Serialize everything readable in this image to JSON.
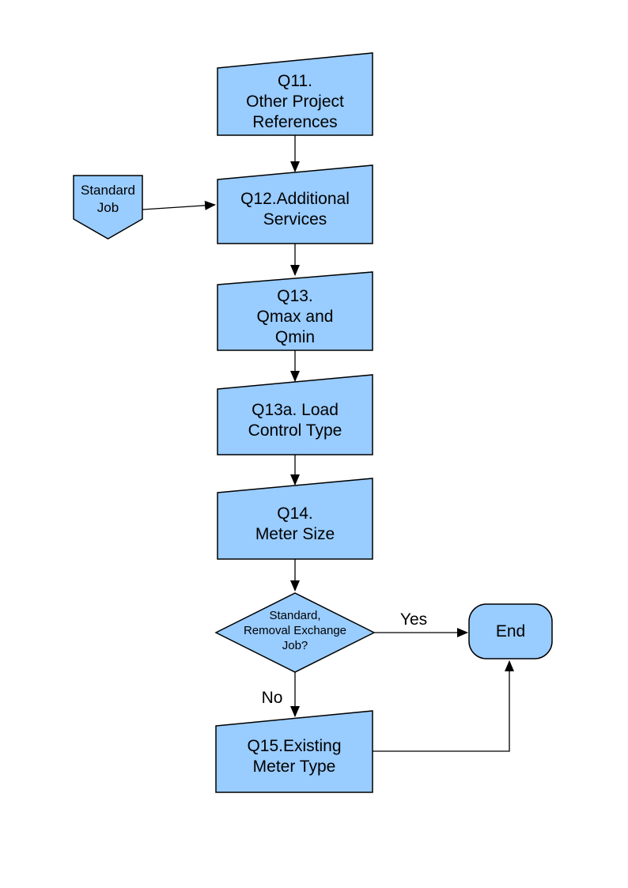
{
  "diagram": {
    "colors": {
      "node_fill": "#99ccff",
      "node_stroke": "#000000",
      "connector": "#000000",
      "text": "#000000",
      "page_background": "#ffffff"
    },
    "nodes": {
      "q11": {
        "shape": "slant-top-box",
        "lines": [
          "Q11.",
          "Other Project",
          "References"
        ]
      },
      "standard_job": {
        "shape": "pointed-banner",
        "lines": [
          "Standard",
          "Job"
        ]
      },
      "q12": {
        "shape": "slant-top-box",
        "lines": [
          "Q12.Additional",
          "Services"
        ]
      },
      "q13": {
        "shape": "slant-top-box",
        "lines": [
          "Q13.",
          "Qmax and",
          "Qmin"
        ]
      },
      "q13a": {
        "shape": "slant-top-box",
        "lines": [
          "Q13a. Load",
          "Control Type"
        ]
      },
      "q14": {
        "shape": "slant-top-box",
        "lines": [
          "Q14.",
          "Meter Size"
        ]
      },
      "decision": {
        "shape": "diamond",
        "lines": [
          "Standard,",
          "Removal Exchange",
          "Job?"
        ]
      },
      "end": {
        "shape": "terminator",
        "lines": [
          "End"
        ]
      },
      "q15": {
        "shape": "slant-top-box",
        "lines": [
          "Q15.Existing",
          "Meter Type"
        ]
      }
    },
    "edge_labels": {
      "yes": "Yes",
      "no": "No"
    }
  }
}
